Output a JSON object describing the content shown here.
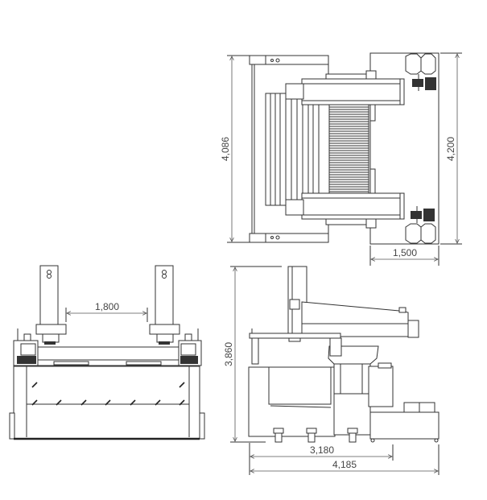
{
  "views": {
    "top": {
      "dim_length": "4,086",
      "dim_base_length": "4,200",
      "dim_base_width": "1,500"
    },
    "front": {
      "dim_head_spacing": "1,800",
      "dim_height": "3,860"
    },
    "side": {
      "dim_machine_depth": "3,180",
      "dim_total_depth": "4,185"
    }
  },
  "colors": {
    "line": "#333333",
    "dimension": "#555555"
  }
}
